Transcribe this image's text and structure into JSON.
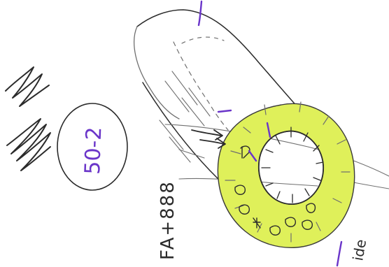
{
  "colors": {
    "paper": "#ffffff",
    "pencil": "#2b2b2b",
    "highlight": "#dff05a",
    "purple_ink": "#6a35c9"
  },
  "annotations": {
    "circle_label": "50-2",
    "side_label": "FA+888",
    "corner_label": "ide"
  }
}
